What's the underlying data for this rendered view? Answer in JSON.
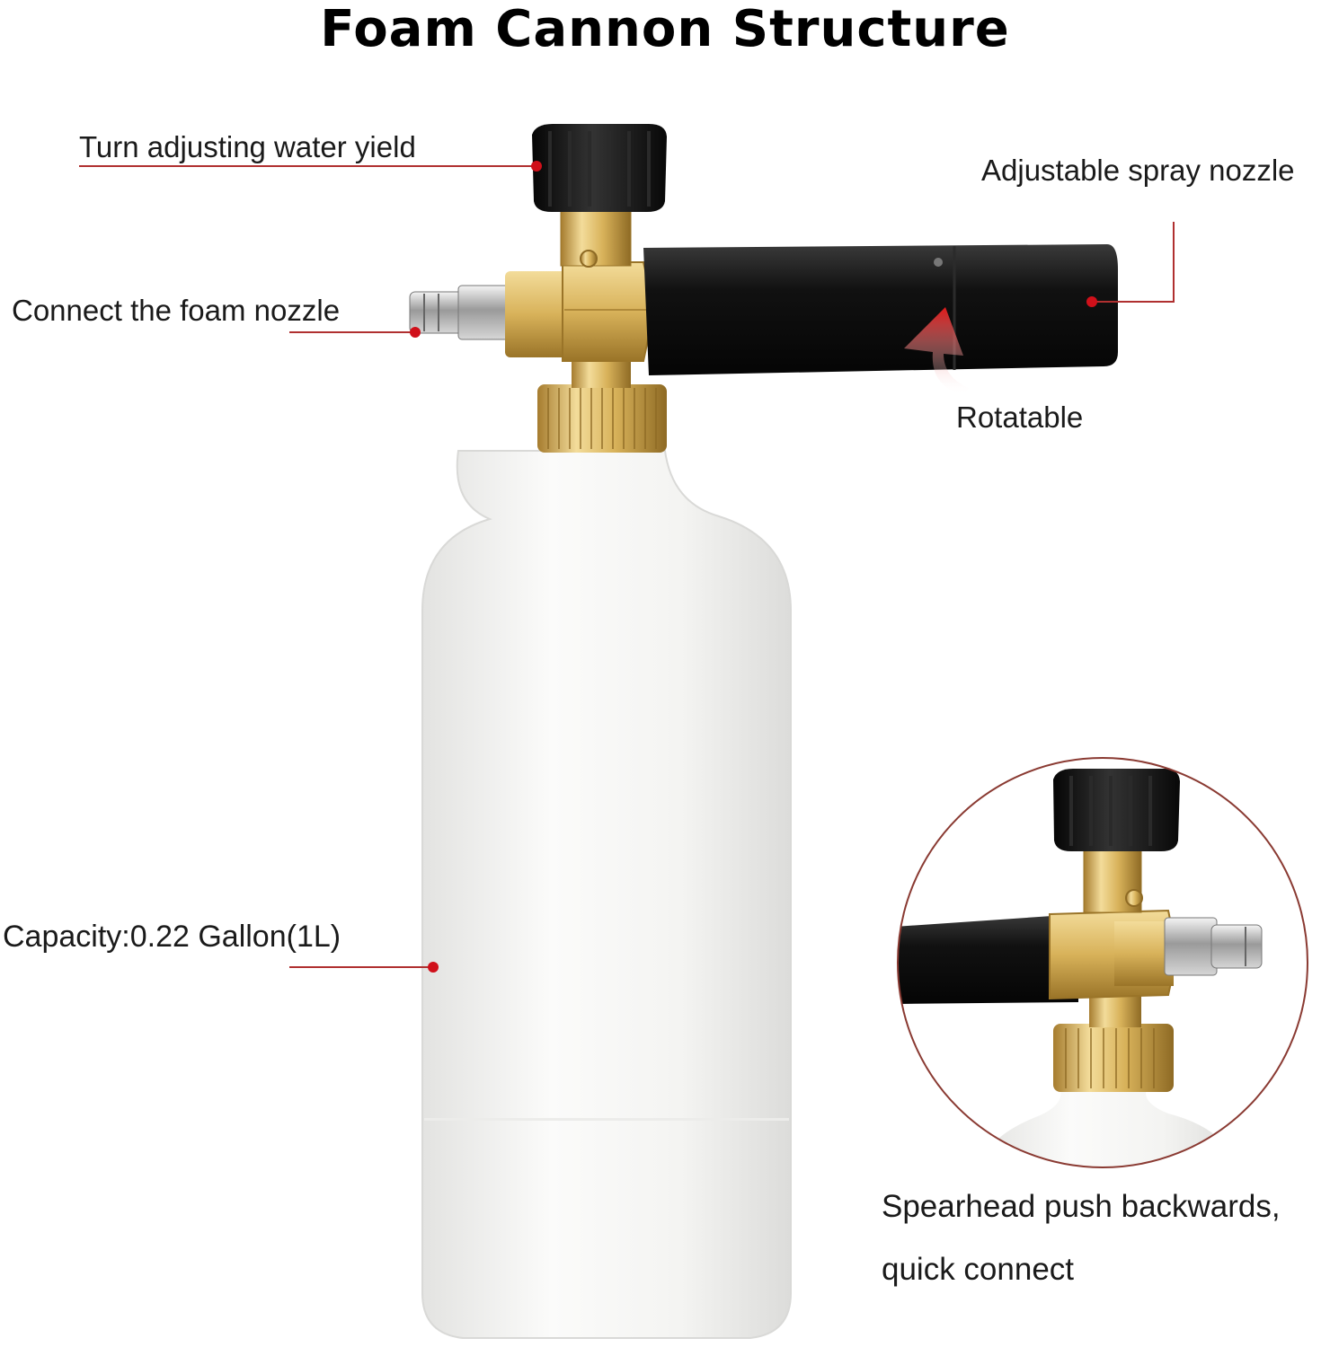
{
  "title": "Foam Cannon Structure",
  "labels": {
    "water_yield": "Turn adjusting water yield",
    "spray_nozzle": "Adjustable spray nozzle",
    "foam_nozzle": "Connect the foam nozzle",
    "rotatable": "Rotatable",
    "capacity": "Capacity:0.22 Gallon(1L)",
    "quick_connect_line1": "Spearhead push backwards,",
    "quick_connect_line2": "quick connect"
  },
  "colors": {
    "leader_line": "#b03030",
    "marker_dot": "#d0101a",
    "brass": "#d8b25a",
    "black_parts": "#111111",
    "bottle": "#f2f2f0"
  }
}
